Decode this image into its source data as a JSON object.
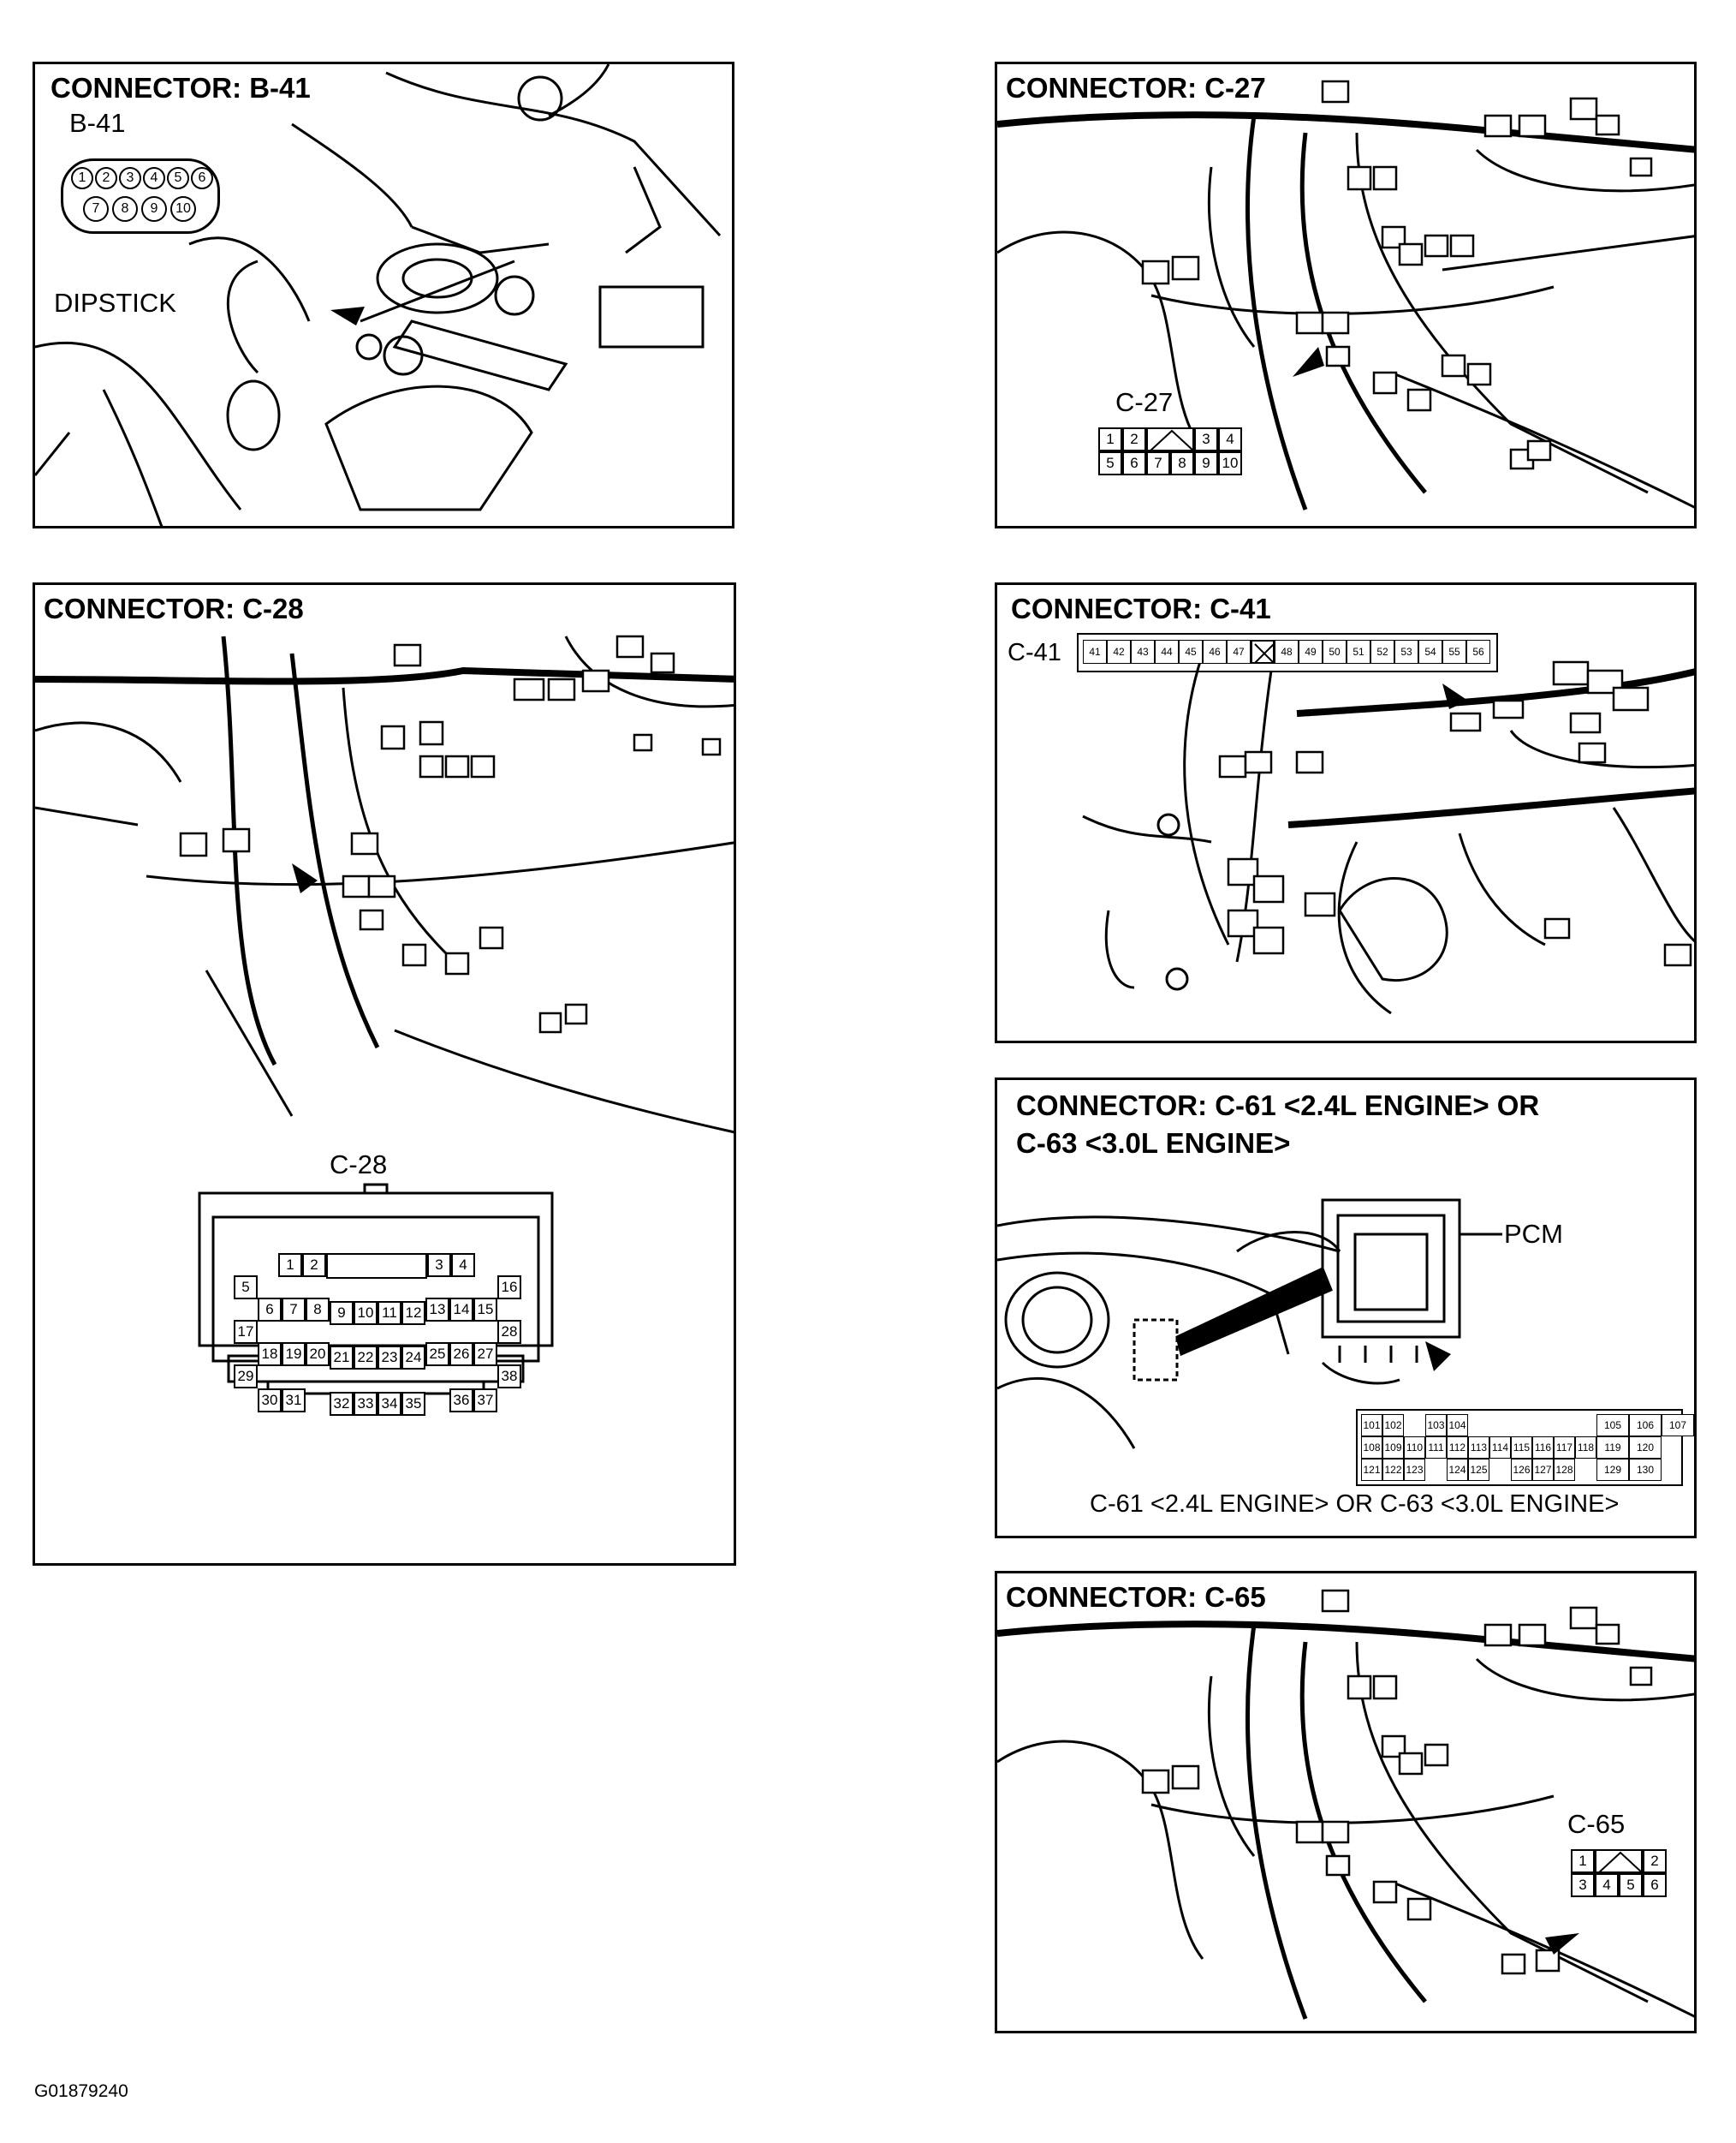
{
  "panels": {
    "b41": {
      "title": "CONNECTOR: B-41",
      "connector_label": "B-41",
      "dipstick_label": "DIPSTICK",
      "pins_top": [
        "1",
        "2",
        "3",
        "4",
        "5",
        "6"
      ],
      "pins_bottom": [
        "7",
        "8",
        "9",
        "10"
      ]
    },
    "c27": {
      "title": "CONNECTOR: C-27",
      "connector_label": "C-27",
      "pins": [
        "1",
        "2",
        "3",
        "4",
        "5",
        "6",
        "7",
        "8",
        "9",
        "10"
      ]
    },
    "c28": {
      "title": "CONNECTOR: C-28",
      "connector_label": "C-28",
      "pins": [
        "1",
        "2",
        "3",
        "4",
        "5",
        "6",
        "7",
        "8",
        "9",
        "10",
        "11",
        "12",
        "13",
        "14",
        "15",
        "16",
        "17",
        "18",
        "19",
        "20",
        "21",
        "22",
        "23",
        "24",
        "25",
        "26",
        "27",
        "28",
        "29",
        "30",
        "31",
        "32",
        "33",
        "34",
        "35",
        "36",
        "37",
        "38"
      ]
    },
    "c41": {
      "title": "CONNECTOR: C-41",
      "connector_label": "C-41",
      "pins": [
        "41",
        "42",
        "43",
        "44",
        "45",
        "46",
        "47",
        "48",
        "49",
        "50",
        "51",
        "52",
        "53",
        "54",
        "55",
        "56"
      ]
    },
    "c61": {
      "title_line1": "CONNECTOR: C-61 <2.4L ENGINE> OR",
      "title_line2": "C-63 <3.0L ENGINE>",
      "pcm_label": "PCM",
      "caption": "C-61 <2.4L ENGINE> OR C-63 <3.0L ENGINE>",
      "pins": [
        "101",
        "102",
        "103",
        "104",
        "105",
        "106",
        "107",
        "108",
        "109",
        "110",
        "111",
        "112",
        "113",
        "114",
        "115",
        "116",
        "117",
        "118",
        "119",
        "120",
        "121",
        "122",
        "123",
        "124",
        "125",
        "126",
        "127",
        "128",
        "129",
        "130"
      ]
    },
    "c65": {
      "title": "CONNECTOR: C-65",
      "connector_label": "C-65",
      "pins": [
        "1",
        "2",
        "3",
        "4",
        "5",
        "6"
      ]
    }
  },
  "figure_id": "G01879240"
}
